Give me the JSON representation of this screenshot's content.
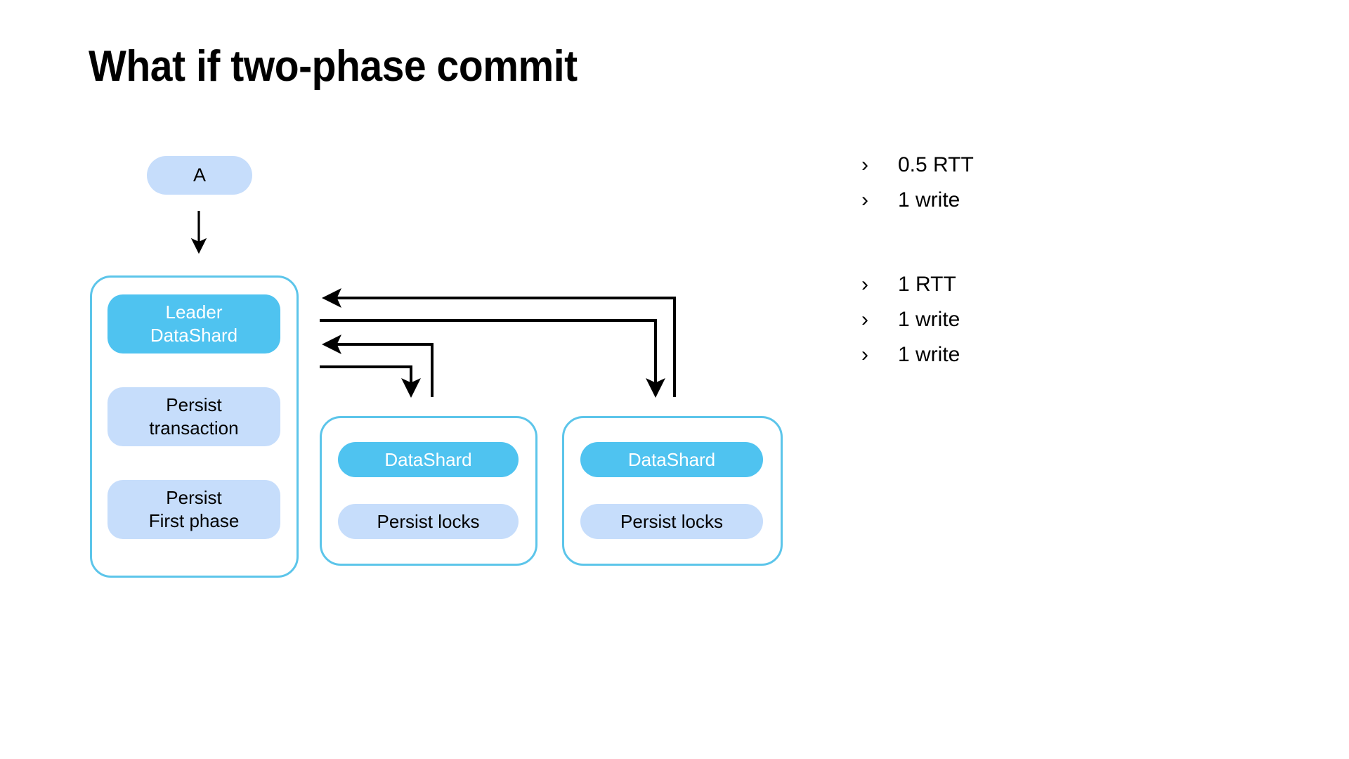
{
  "slide": {
    "title": "What if two-phase commit",
    "background_color": "#ffffff"
  },
  "palette": {
    "pill_light_blue": "#c6ddfb",
    "pill_cyan": "#4fc3f0",
    "group_border_cyan": "#5cc5ea",
    "text_dark": "#000000",
    "text_on_cyan": "#ffffff",
    "connector_black": "#000000"
  },
  "diagram": {
    "client": {
      "label": "A"
    },
    "leader_group": {
      "title_box": {
        "line1": "Leader",
        "line2": "DataShard"
      },
      "steps": [
        {
          "line1": "Persist",
          "line2": "transaction"
        },
        {
          "line1": "Persist",
          "line2": "First phase"
        }
      ]
    },
    "participant_groups": [
      {
        "title": "DataShard",
        "step": "Persist locks"
      },
      {
        "title": "DataShard",
        "step": "Persist locks"
      }
    ],
    "connectors": {
      "client_to_leader": "arrow-down",
      "messages": [
        "reply-to-leader-from-shard2",
        "request-from-leader-to-shard2",
        "reply-to-leader-from-shard1",
        "request-from-leader-to-shard1"
      ]
    }
  },
  "notes": {
    "bullet_glyph": "›",
    "groups": [
      {
        "items": [
          {
            "label": "0.5 RTT"
          },
          {
            "label": "1 write"
          }
        ]
      },
      {
        "items": [
          {
            "label": "1 RTT"
          },
          {
            "label": "1 write"
          },
          {
            "label": "1 write"
          }
        ]
      }
    ]
  }
}
